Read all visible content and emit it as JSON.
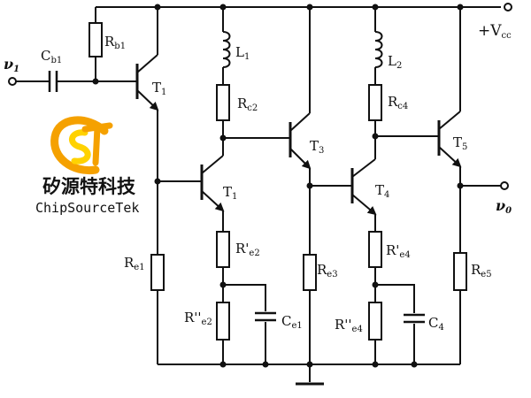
{
  "labels": {
    "input": "ν",
    "input_sub": "1",
    "output": "ν",
    "output_sub": "0",
    "vcc": "+V",
    "vcc_sub": "cc",
    "cb1": "C",
    "cb1_sub": "b1",
    "rb1": "R",
    "rb1_sub": "b1",
    "t1_top": "T",
    "t1_top_sub": "1",
    "t1_mid": "T",
    "t1_mid_sub": "1",
    "t3": "T",
    "t3_sub": "3",
    "t4": "T",
    "t4_sub": "4",
    "t5": "T",
    "t5_sub": "5",
    "l1": "L",
    "l1_sub": "1",
    "l2": "L",
    "l2_sub": "2",
    "rc2": "R",
    "rc2_sub": "c2",
    "rc4": "R",
    "rc4_sub": "c4",
    "re1": "R",
    "re1_sub": "e1",
    "re2p": "R'",
    "re2p_sub": "e2",
    "re2pp": "R''",
    "re2pp_sub": "e2",
    "ce1": "C",
    "ce1_sub": "e1",
    "re3": "R",
    "re3_sub": "e3",
    "re4p": "R'",
    "re4p_sub": "e4",
    "re4pp": "R''",
    "re4pp_sub": "e4",
    "c4": "C",
    "c4_sub": "4",
    "re5": "R",
    "re5_sub": "e5"
  },
  "brand": {
    "name_cn": "矽源特科技",
    "name_en": "ChipSourceTek"
  },
  "colors": {
    "logo_orange": "#f5a100",
    "logo_yellow": "#ffd200"
  }
}
